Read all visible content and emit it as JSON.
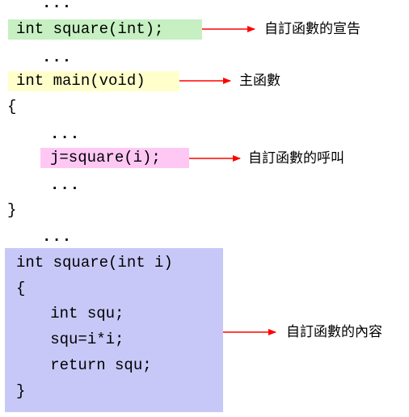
{
  "colors": {
    "declaration_highlight": "#c6f0c2",
    "main_highlight": "#ffffcc",
    "call_highlight": "#ffc8f4",
    "body_highlight": "#c8c8f8",
    "arrow": "#ff0000"
  },
  "code": {
    "ellipsis_top": "...",
    "declaration": "int square(int);",
    "ellipsis_after_declaration": "...",
    "main_signature": "int main(void)",
    "main_open_brace": "{",
    "ellipsis_in_main_before": "...",
    "call_statement": "j=square(i);",
    "ellipsis_in_main_after": "...",
    "main_close_brace": "}",
    "ellipsis_before_body": "...",
    "function_body_lines": [
      "int square(int i)",
      "{",
      "   int squ;",
      "   squ=i*i;",
      "   return squ;",
      "}"
    ]
  },
  "annotations": {
    "declaration": "自訂函數的宣告",
    "main": "主函數",
    "call": "自訂函數的呼叫",
    "body": "自訂函數的內容"
  }
}
